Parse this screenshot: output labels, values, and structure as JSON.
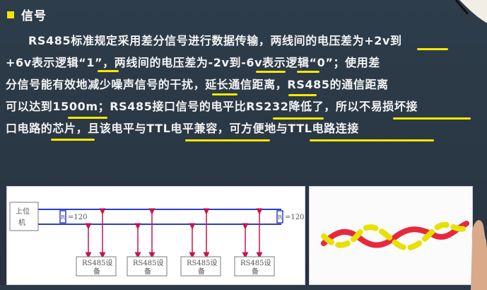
{
  "slide": {
    "heading": "信号",
    "lines": [
      "RS485标准规定采用差分信号进行数据传输，两线间的电压差为+2v到",
      "+6v表示逻辑“1”，两线间的电压差为-2v到-6v表示逻辑“0”；使用差",
      "分信号能有效地减少噪声信号的干扰，延长通信距离，RS485的通信距离",
      "可以达到1500m；RS485接口信号的电平比RS232降低了，所以不易损坏接",
      "口电路的芯片，且该电平与TTL电平兼容，可方便地与TTL电路连接"
    ]
  },
  "diagram": {
    "host_label_line1": "上位",
    "host_label_line2": "机",
    "resistor_left": "R",
    "resistor_left_value": "=120",
    "resistor_right": "R",
    "resistor_right_value": "=120",
    "devices": [
      {
        "line1": "RS485设",
        "line2": "备"
      },
      {
        "line1": "RS485设",
        "line2": "备"
      },
      {
        "line1": "RS485设",
        "line2": "备"
      },
      {
        "line1": "RS485设",
        "line2": "备"
      }
    ]
  },
  "colors": {
    "background": "#2c3a47",
    "highlight": "#f6e800",
    "bus_line": "#2a3fd0",
    "arrow": "#c8144a",
    "twisted_red": "#e8283c",
    "twisted_yellow": "#e8e000"
  }
}
